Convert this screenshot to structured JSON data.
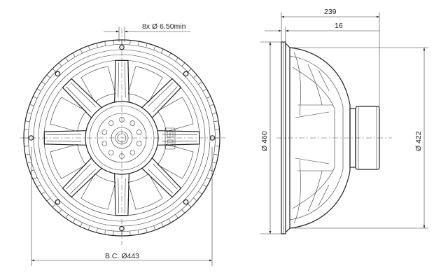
{
  "dimensions": {
    "hole_note": "8x Ø 6.50min",
    "bolt_circle": "B.C. Ø443",
    "depth": "239",
    "flange": "16",
    "outer_diameter": "Ø 460",
    "baffle_diameter": "Ø 422"
  }
}
